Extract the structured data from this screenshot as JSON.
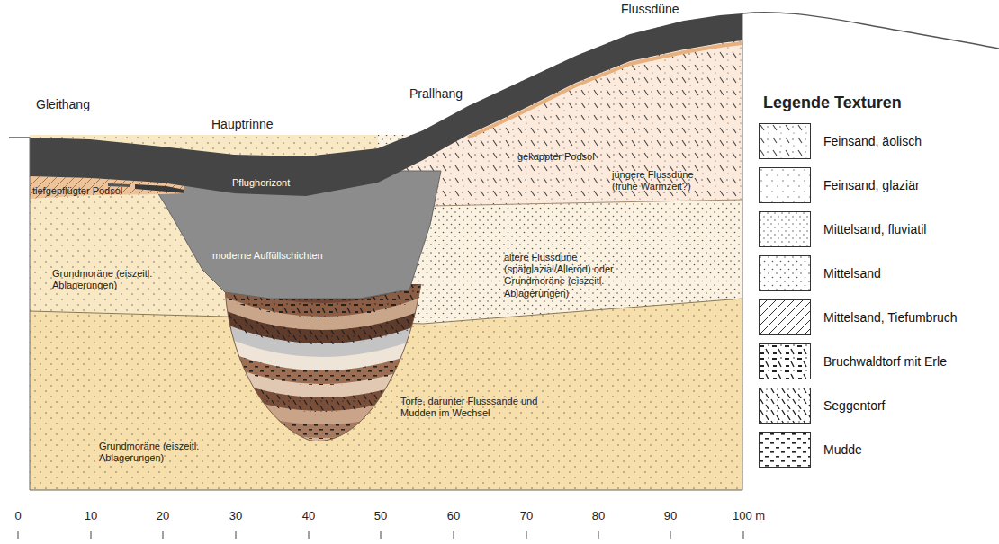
{
  "diagram": {
    "labels": [
      "Flussdüne",
      "Gleithang",
      "Hauptrinne",
      "Prallhang",
      "gekappter Podsol",
      "jüngere Flussdüne (frühe Warmzeit?)",
      "tiefgepflügter Podsol",
      "Pflughorizont",
      "moderne Auffüllschichten",
      "Grundmoräne (eiszeitl. Ablagerungen)",
      "ältere Flussdüne (spätglazial/Alleröd) oder Grundmoräne (eiszeitl. Ablagerungen)",
      "Torfe, darunter Flusssande und Mudden im Wechsel",
      "Grundmoräne (eiszeitl. Ablagerungen)",
      "Legende Texturen",
      "0",
      "10",
      "20",
      "30",
      "40",
      "50",
      "60",
      "70",
      "80",
      "90",
      "100 m"
    ],
    "legend": [
      {
        "text": "Feinsand, äolisch"
      },
      {
        "text": "Feinsand, glaziär"
      },
      {
        "text": "Mittelsand, fluviatil"
      },
      {
        "text": "Mittelsand"
      },
      {
        "text": "Mittelsand, Tiefumbruch"
      },
      {
        "text": "Bruchwaldtorf mit Erle"
      },
      {
        "text": "Seggentorf"
      },
      {
        "text": "Mudde"
      }
    ]
  }
}
